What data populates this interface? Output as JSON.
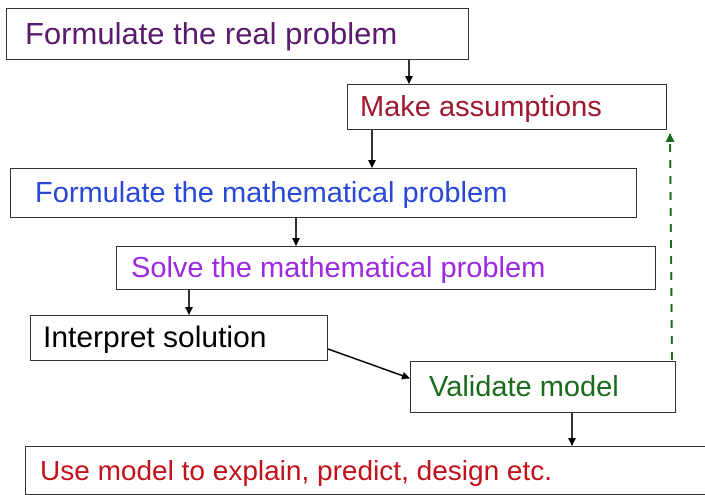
{
  "nodes": [
    {
      "id": "real-problem",
      "label": "Formulate the real problem",
      "color": "#5a1a6e"
    },
    {
      "id": "assumptions",
      "label": "Make assumptions",
      "color": "#a01830"
    },
    {
      "id": "math-problem",
      "label": "Formulate the mathematical problem",
      "color": "#2a48d8"
    },
    {
      "id": "solve",
      "label": "Solve the mathematical problem",
      "color": "#9b2ae0"
    },
    {
      "id": "interpret",
      "label": "Interpret solution",
      "color": "#000000"
    },
    {
      "id": "validate",
      "label": "Validate model",
      "color": "#1c6a1c"
    },
    {
      "id": "use-model",
      "label": "Use model to explain, predict, design etc.",
      "color": "#c4101a"
    }
  ],
  "edges": [
    {
      "from": "real-problem",
      "to": "assumptions",
      "style": "solid"
    },
    {
      "from": "assumptions",
      "to": "math-problem",
      "style": "solid"
    },
    {
      "from": "math-problem",
      "to": "solve",
      "style": "solid"
    },
    {
      "from": "solve",
      "to": "interpret",
      "style": "solid"
    },
    {
      "from": "interpret",
      "to": "validate",
      "style": "solid"
    },
    {
      "from": "validate",
      "to": "use-model",
      "style": "solid"
    },
    {
      "from": "validate",
      "to": "assumptions",
      "style": "dashed",
      "color": "#1c6a1c"
    }
  ]
}
